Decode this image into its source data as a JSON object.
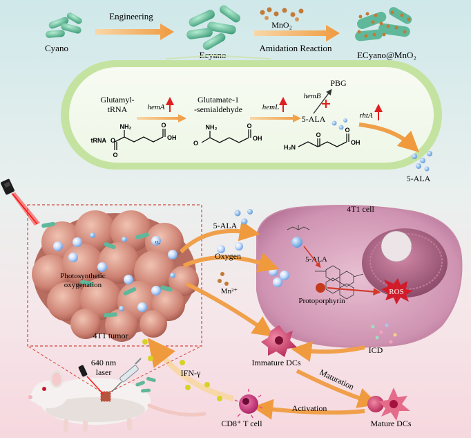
{
  "top": {
    "cyano_label": "Cyano",
    "engineering_label": "Engineering",
    "ecyano_label": "Ecyano",
    "mno2_reagent": "MnO₂",
    "amidation_label": "Amidation Reaction",
    "product_label": "ECyano@MnO₂"
  },
  "pathway": {
    "glutamyl_trna_line1": "Glutamyl-",
    "glutamyl_trna_line2": "tRNA",
    "hema": "hemA",
    "glutamate_line1": "Glutamate-1",
    "glutamate_line2": "-semialdehyde",
    "heml": "hemL",
    "ala": "5-ALA",
    "hemb": "hemB",
    "pbg": "PBG",
    "rhta": "rhtA",
    "ala_out": "5-ALA",
    "struct_trna_prefix": "tRNA",
    "struct_o": "O",
    "struct_nh2": "NH₂",
    "struct_oh": "OH",
    "struct_h2n": "H₂N"
  },
  "tumor": {
    "photosynthetic_line1": "Photosynthetic",
    "photosynthetic_line2": "oxygenation",
    "label": "4T1 tumor",
    "o2": "O₂"
  },
  "cell": {
    "title": "4T1 cell",
    "ala_in": "5-ALA",
    "ala_inside": "5-ALA",
    "oxygen": "Oxygen",
    "protoporphyrin": "Protoporphyrin",
    "ros": "ROS",
    "mn": "Mn²⁺",
    "icd": "ICD"
  },
  "immune": {
    "immature_dcs": "Immature DCs",
    "maturation": "Maturation",
    "mature_dcs": "Mature DCs",
    "activation": "Activation",
    "cd8": "CD8⁺ T cell",
    "ifn": "IFN-γ"
  },
  "mouse": {
    "laser_line1": "640 nm",
    "laser_line2": "laser"
  },
  "colors": {
    "arrow_orange": "#f0a04a",
    "regulation_red": "#e02020",
    "tumor_brown": "#c9776a",
    "cell_pink": "#d9a2bd",
    "oxygen_blue": "#7fb3e8",
    "bacteria_green": "#5fb89a",
    "mno2_brown": "#c27a36"
  }
}
